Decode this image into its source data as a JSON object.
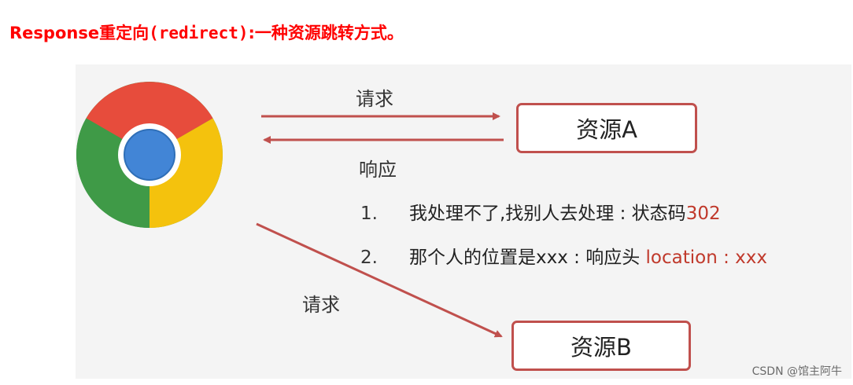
{
  "title": {
    "prefix": "Response重定向",
    "code": "(redirect)",
    "suffix": ":一种资源跳转方式。"
  },
  "diagram": {
    "request_label_top": "请求",
    "response_label": "响应",
    "request_label_bottom": "请求",
    "resource_a": "资源A",
    "resource_b": "资源B",
    "steps": [
      {
        "num": "1.",
        "text": "我处理不了,找别人去处理 : 状态码",
        "highlight": "302"
      },
      {
        "num": "2.",
        "text": "那个人的位置是xxx : 响应头 ",
        "highlight": "location : xxx"
      }
    ],
    "colors": {
      "arrow": "#c0504d",
      "box_border": "#c0504d",
      "highlight": "#c0392b",
      "title": "#ff0000"
    },
    "browser_icon": "chrome-icon"
  },
  "watermark": "CSDN @馆主阿牛"
}
